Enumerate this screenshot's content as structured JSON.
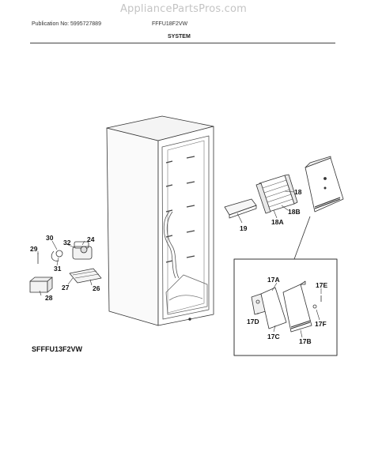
{
  "header": {
    "watermark": "AppliancePartsPros.com",
    "publication": "Publication No: 5995727889",
    "model": "FFFU18F2VW",
    "section": "SYSTEM"
  },
  "caption": "SFFFU13F2VW",
  "labels": {
    "p18": "18",
    "p18A": "18A",
    "p18B": "18B",
    "p19": "19",
    "p24": "24",
    "p26": "26",
    "p27": "27",
    "p28": "28",
    "p29": "29",
    "p30": "30",
    "p31": "31",
    "p32": "32",
    "p17A": "17A",
    "p17B": "17B",
    "p17C": "17C",
    "p17D": "17D",
    "p17E": "17E",
    "p17F": "17F"
  }
}
